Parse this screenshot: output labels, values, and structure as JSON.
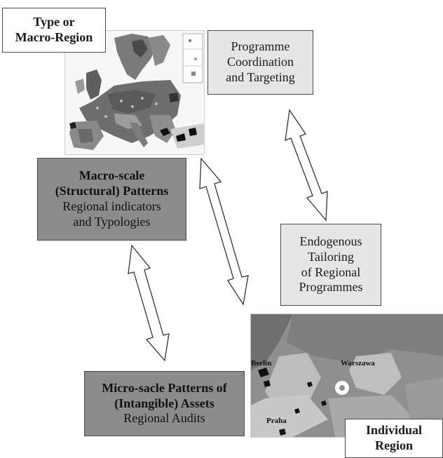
{
  "type_box": {
    "line1": "Type or",
    "line2": "Macro-Region"
  },
  "programme_box": {
    "line1": "Programme",
    "line2": "Coordination",
    "line3": "and Targeting"
  },
  "macro_box": {
    "title1": "Macro-scale",
    "title2": "(Structural) Patterns",
    "sub1": "Regional indicators",
    "sub2": "and Typologies"
  },
  "endogenous_box": {
    "line1": "Endogenous",
    "line2": "Tailoring",
    "line3": "of Regional",
    "line4": "Programmes"
  },
  "micro_box": {
    "title1": "Micro-sacle Patterns of",
    "title2": "(Intangible) Assets",
    "sub": "Regional Audits"
  },
  "individual_box": {
    "line1": "Individual",
    "line2": "Region"
  },
  "map_labels": {
    "berlin": "Berlin",
    "warszawa": "Warszawa",
    "praha": "Praha"
  },
  "colors": {
    "light_box": "#e6e6e6",
    "dark_box": "#8c8c8c",
    "border": "#4a4a4a"
  }
}
